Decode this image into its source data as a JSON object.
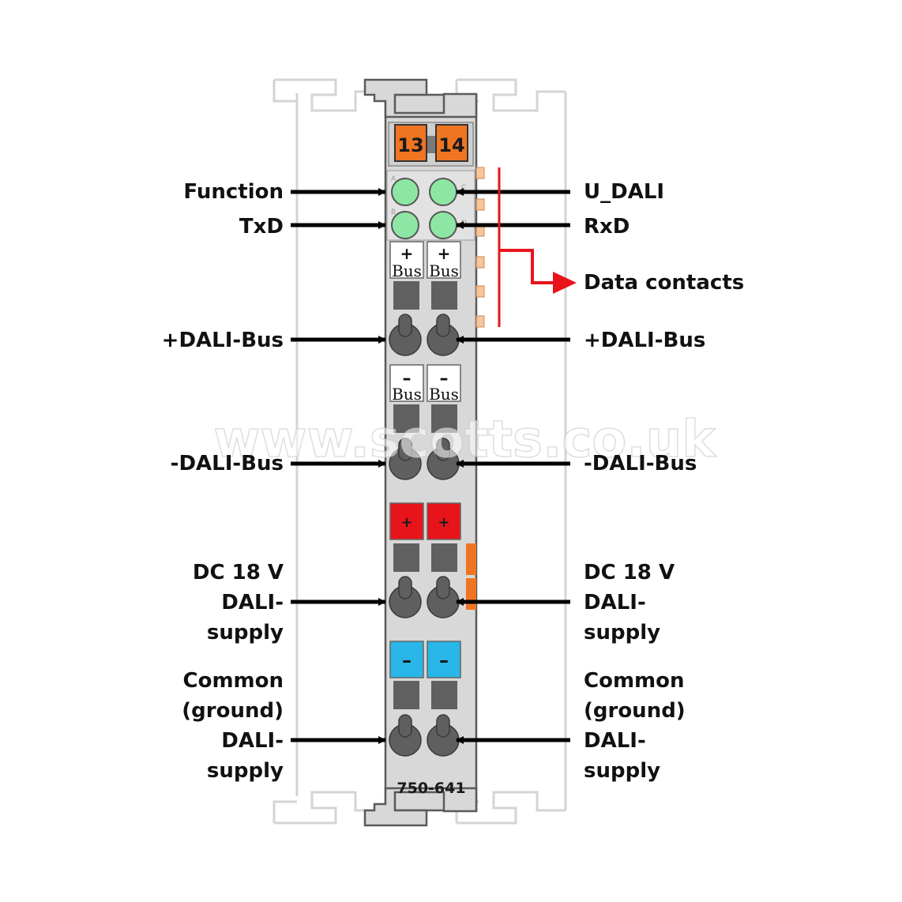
{
  "module": {
    "part_number": "750-641",
    "terminal_numbers": [
      "13",
      "14"
    ],
    "led_letters": [
      "A",
      "B",
      "C",
      "D"
    ]
  },
  "labels": {
    "left": {
      "function": "Function",
      "txd": "TxD",
      "dali_bus_plus": "+DALI-Bus",
      "dali_bus_minus": "-DALI-Bus",
      "supply": [
        "DC 18 V",
        "DALI-",
        "supply"
      ],
      "common": [
        "Common",
        "(ground)",
        "DALI-",
        "supply"
      ]
    },
    "right": {
      "u_dali": "U_DALI",
      "rxd": "RxD",
      "data_contacts": "Data contacts",
      "dali_bus_plus": "+DALI-Bus",
      "dali_bus_minus": "-DALI-Bus",
      "supply": [
        "DC 18 V",
        "DALI-",
        "supply"
      ],
      "common": [
        "Common",
        "(ground)",
        "DALI-",
        "supply"
      ]
    }
  },
  "markers": {
    "bus_plus": [
      "+",
      "Bus"
    ],
    "bus_minus": [
      "–",
      "Bus"
    ],
    "plus": "+",
    "minus": "–"
  },
  "watermark": "www.scotts.co.uk",
  "colors": {
    "led": "#8ee6a4",
    "terminal_tab": "#f07522",
    "data_contacts_bracket": "#e8141b",
    "plus_marker": "#e8141b",
    "minus_marker": "#29b6e8",
    "body": "#d8d8d8",
    "clamp": "#5f5f5f"
  }
}
